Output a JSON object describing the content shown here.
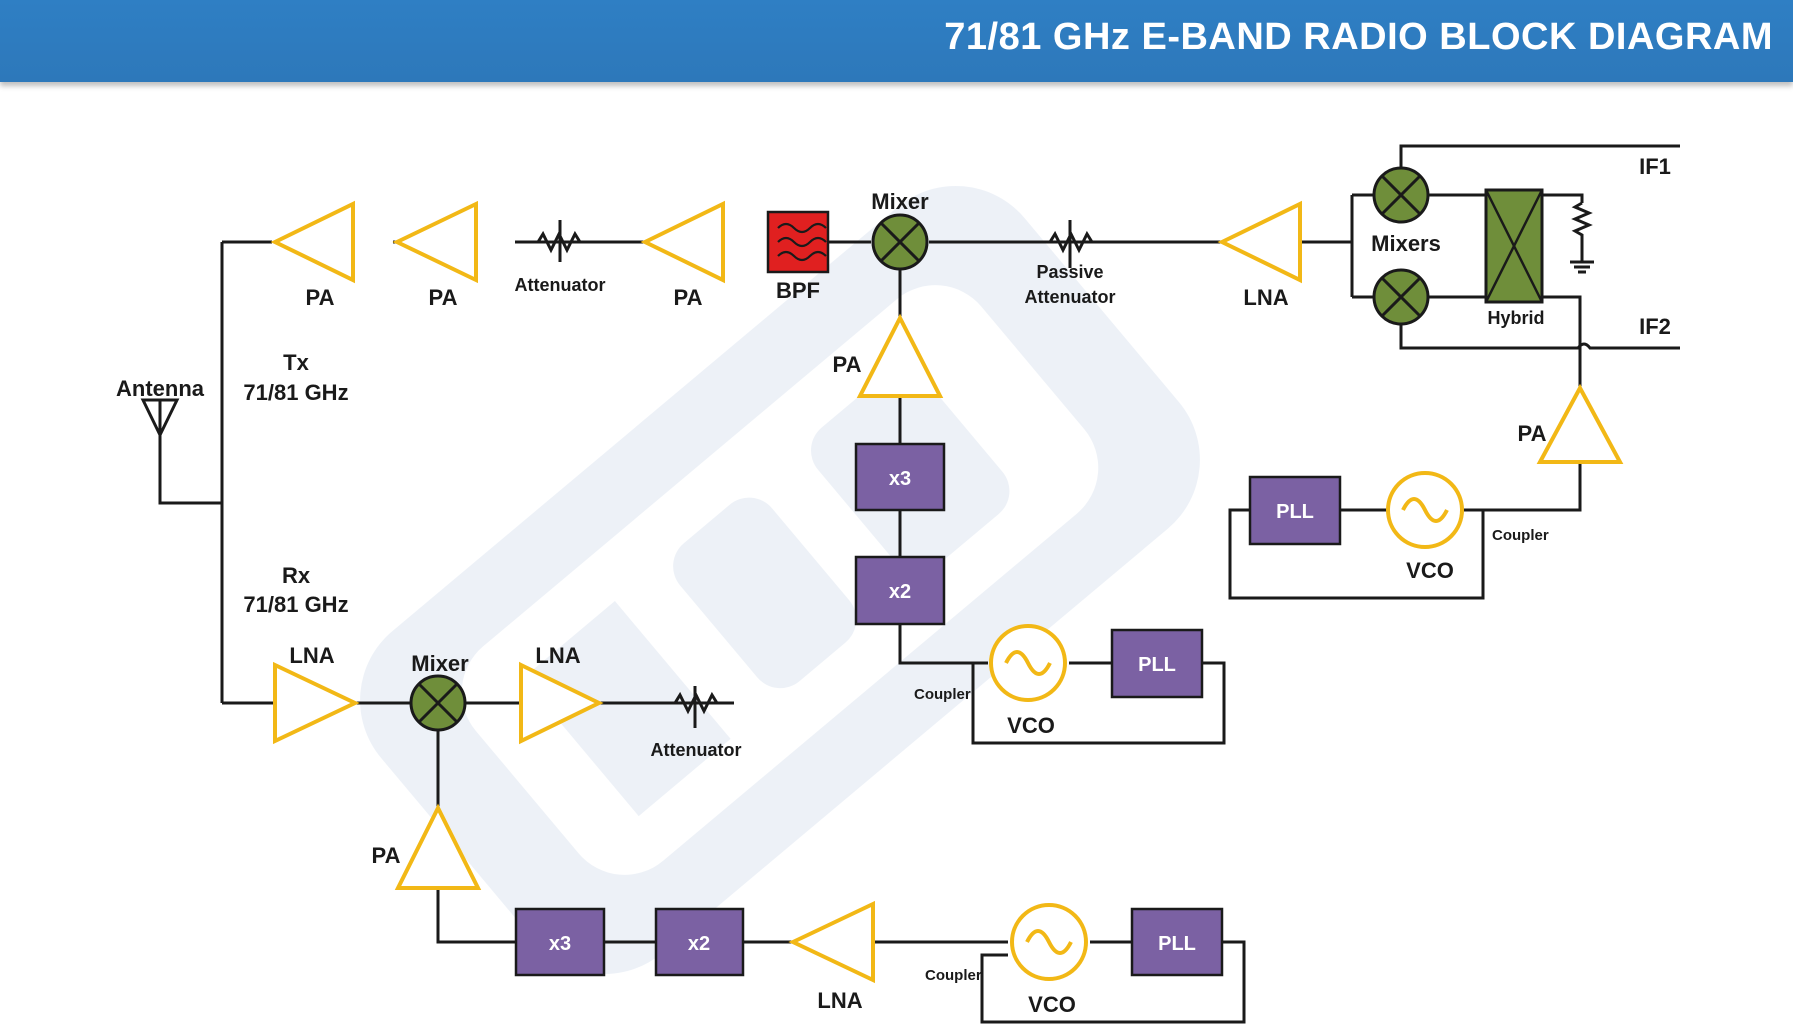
{
  "header": {
    "title": "71/81 GHz E-BAND RADIO BLOCK DIAGRAM"
  },
  "labels": {
    "antenna": "Antenna",
    "tx_line1": "Tx",
    "tx_line2": "71/81 GHz",
    "rx_line1": "Rx",
    "rx_line2": "71/81 GHz",
    "pa": "PA",
    "lna": "LNA",
    "attenuator": "Attenuator",
    "passive_attenuator_line1": "Passive",
    "passive_attenuator_line2": "Attenuator",
    "bpf": "BPF",
    "mixer": "Mixer",
    "mixers": "Mixers",
    "hybrid": "Hybrid",
    "if1": "IF1",
    "if2": "IF2",
    "pll": "PLL",
    "vco": "VCO",
    "coupler": "Coupler",
    "x3": "x3",
    "x2": "x2"
  },
  "colors": {
    "header": "#2f7fc4",
    "amplifier_outline": "#f2b816",
    "mixer_fill": "#6f8e3a",
    "multiplier_fill": "#7b61a3",
    "bpf_fill": "#e02020",
    "hybrid_fill": "#6f8e3a",
    "watermark": "#dfe7f2"
  }
}
